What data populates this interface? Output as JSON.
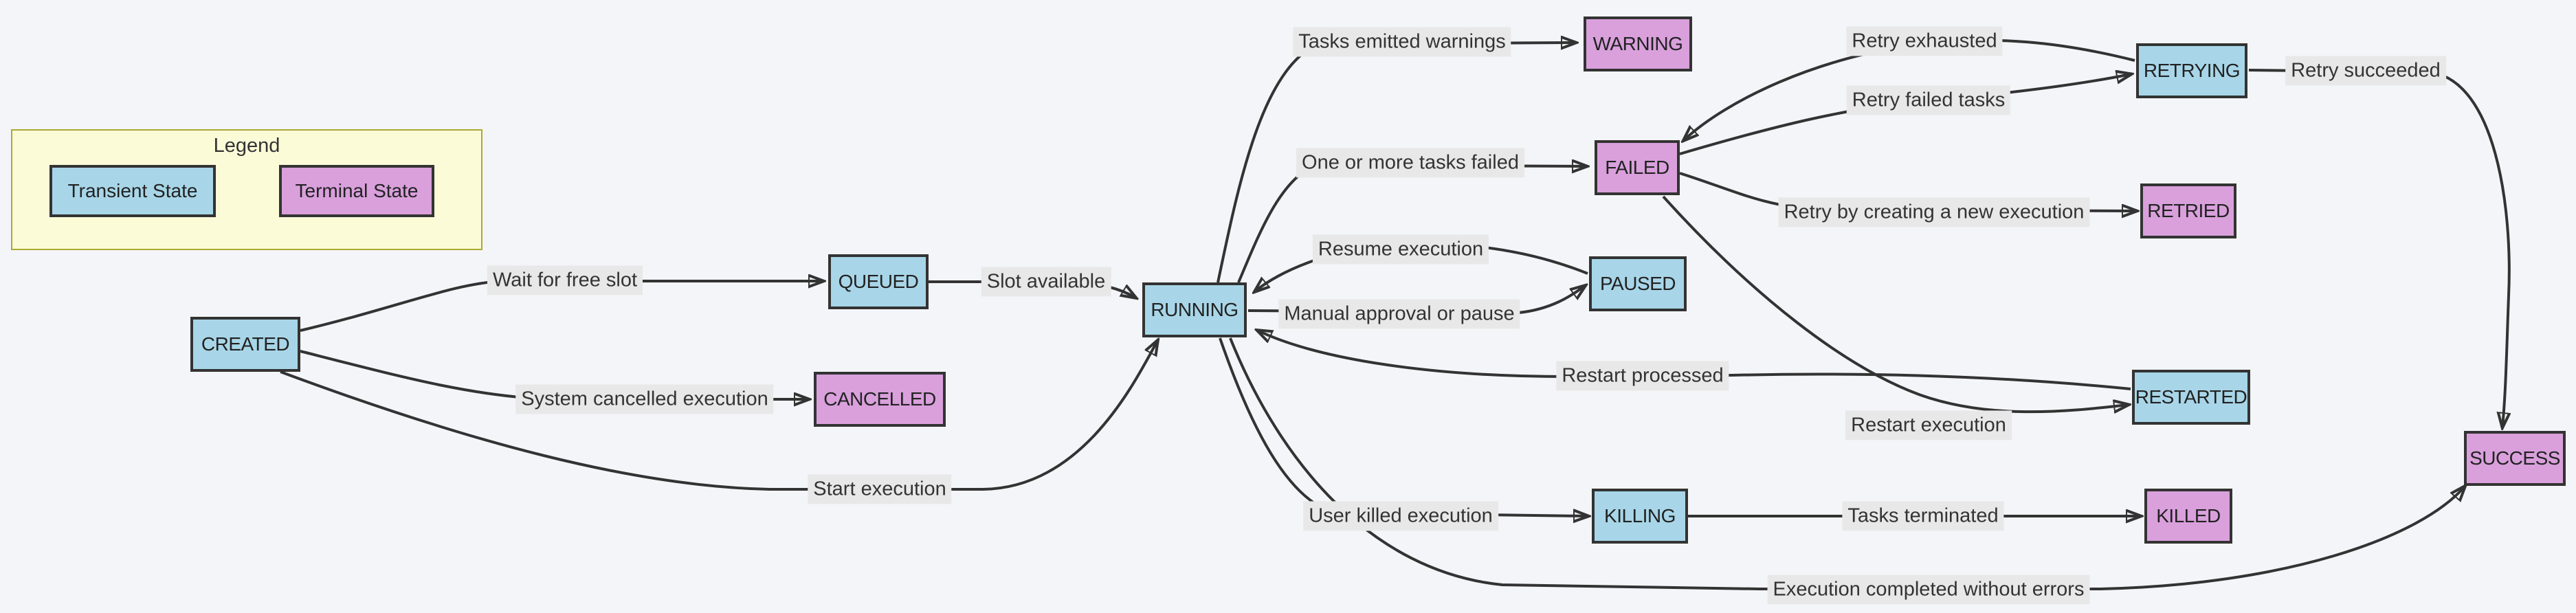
{
  "diagram": {
    "type": "state-flowchart",
    "description": "Execution state machine diagram with transient and terminal states",
    "colors": {
      "background": "#f4f5f8",
      "transient_fill": "#a8d6e8",
      "terminal_fill": "#d9a0dc",
      "node_border": "#333333",
      "edge_stroke": "#333333",
      "edge_label_bg": "#e8e8e8",
      "legend_bg": "#fbfbd8",
      "legend_border": "#aaaa33"
    },
    "legend": {
      "title": "Legend",
      "items": [
        {
          "label": "Transient State",
          "type": "transient"
        },
        {
          "label": "Terminal State",
          "type": "terminal"
        }
      ]
    },
    "nodes": [
      {
        "id": "created",
        "label": "CREATED",
        "type": "transient"
      },
      {
        "id": "queued",
        "label": "QUEUED",
        "type": "transient"
      },
      {
        "id": "cancelled",
        "label": "CANCELLED",
        "type": "terminal"
      },
      {
        "id": "running",
        "label": "RUNNING",
        "type": "transient"
      },
      {
        "id": "warning",
        "label": "WARNING",
        "type": "terminal"
      },
      {
        "id": "failed",
        "label": "FAILED",
        "type": "terminal"
      },
      {
        "id": "paused",
        "label": "PAUSED",
        "type": "transient"
      },
      {
        "id": "killing",
        "label": "KILLING",
        "type": "transient"
      },
      {
        "id": "retrying",
        "label": "RETRYING",
        "type": "transient"
      },
      {
        "id": "retried",
        "label": "RETRIED",
        "type": "terminal"
      },
      {
        "id": "restarted",
        "label": "RESTARTED",
        "type": "transient"
      },
      {
        "id": "killed",
        "label": "KILLED",
        "type": "terminal"
      },
      {
        "id": "success",
        "label": "SUCCESS",
        "type": "terminal"
      }
    ],
    "edges": [
      {
        "from": "created",
        "to": "queued",
        "label": "Wait for free slot"
      },
      {
        "from": "queued",
        "to": "running",
        "label": "Slot available"
      },
      {
        "from": "created",
        "to": "cancelled",
        "label": "System cancelled execution"
      },
      {
        "from": "created",
        "to": "running",
        "label": "Start execution"
      },
      {
        "from": "running",
        "to": "warning",
        "label": "Tasks emitted warnings"
      },
      {
        "from": "running",
        "to": "failed",
        "label": "One or more tasks failed"
      },
      {
        "from": "retrying",
        "to": "failed",
        "label": "Retry exhausted"
      },
      {
        "from": "failed",
        "to": "retrying",
        "label": "Retry failed tasks"
      },
      {
        "from": "retrying",
        "to": "success",
        "label": "Retry succeeded"
      },
      {
        "from": "failed",
        "to": "retried",
        "label": "Retry by creating a new execution"
      },
      {
        "from": "paused",
        "to": "running",
        "label": "Resume execution"
      },
      {
        "from": "running",
        "to": "paused",
        "label": "Manual approval or pause"
      },
      {
        "from": "restarted",
        "to": "running",
        "label": "Restart processed"
      },
      {
        "from": "failed",
        "to": "restarted",
        "label": "Restart execution"
      },
      {
        "from": "running",
        "to": "killing",
        "label": "User killed execution"
      },
      {
        "from": "killing",
        "to": "killed",
        "label": "Tasks terminated"
      },
      {
        "from": "running",
        "to": "success",
        "label": "Execution completed without errors"
      }
    ]
  }
}
